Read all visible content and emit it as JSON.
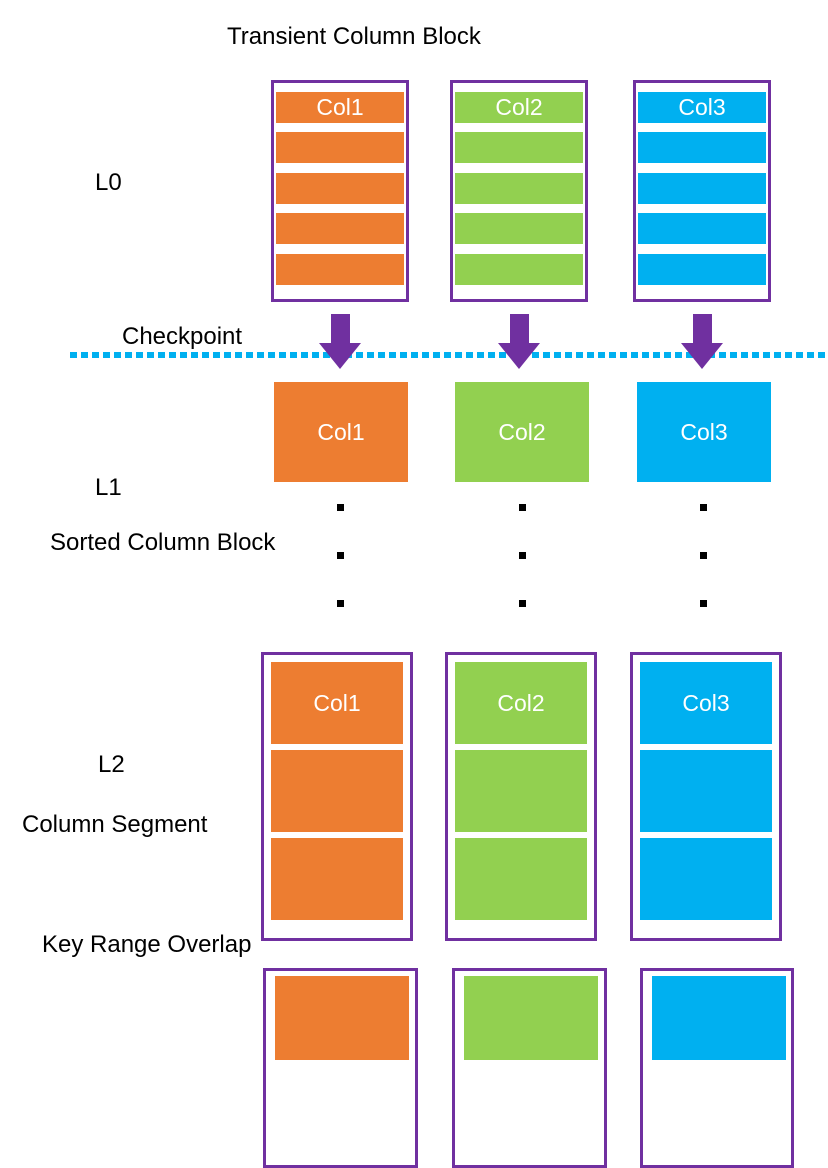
{
  "diagram": {
    "title": "Transient Column Block",
    "checkpoint_label": "Checkpoint",
    "l0_label": "L0",
    "l1_label": "L1",
    "l1_sublabel": "Sorted Column Block",
    "l2_label": "L2",
    "l2_sublabel": "Column Segment",
    "overlap_label": "Key Range Overlap",
    "columns": [
      {
        "name": "Col1",
        "color": "#ED7D31"
      },
      {
        "name": "Col2",
        "color": "#92D050"
      },
      {
        "name": "Col3",
        "color": "#00B0F0"
      }
    ],
    "colors": {
      "border": "#7030A0",
      "arrow": "#7030A0",
      "checkpoint_line": "#00B0F0",
      "text": "#000000",
      "block_label": "#FFFFFF",
      "ellipsis_dot": "#000000"
    },
    "structure": {
      "l0_bars_per_block": 5,
      "l2_segments_per_column": 3,
      "ellipsis_dots_per_column": 3,
      "bottom_blocks_per_column": 1
    }
  }
}
